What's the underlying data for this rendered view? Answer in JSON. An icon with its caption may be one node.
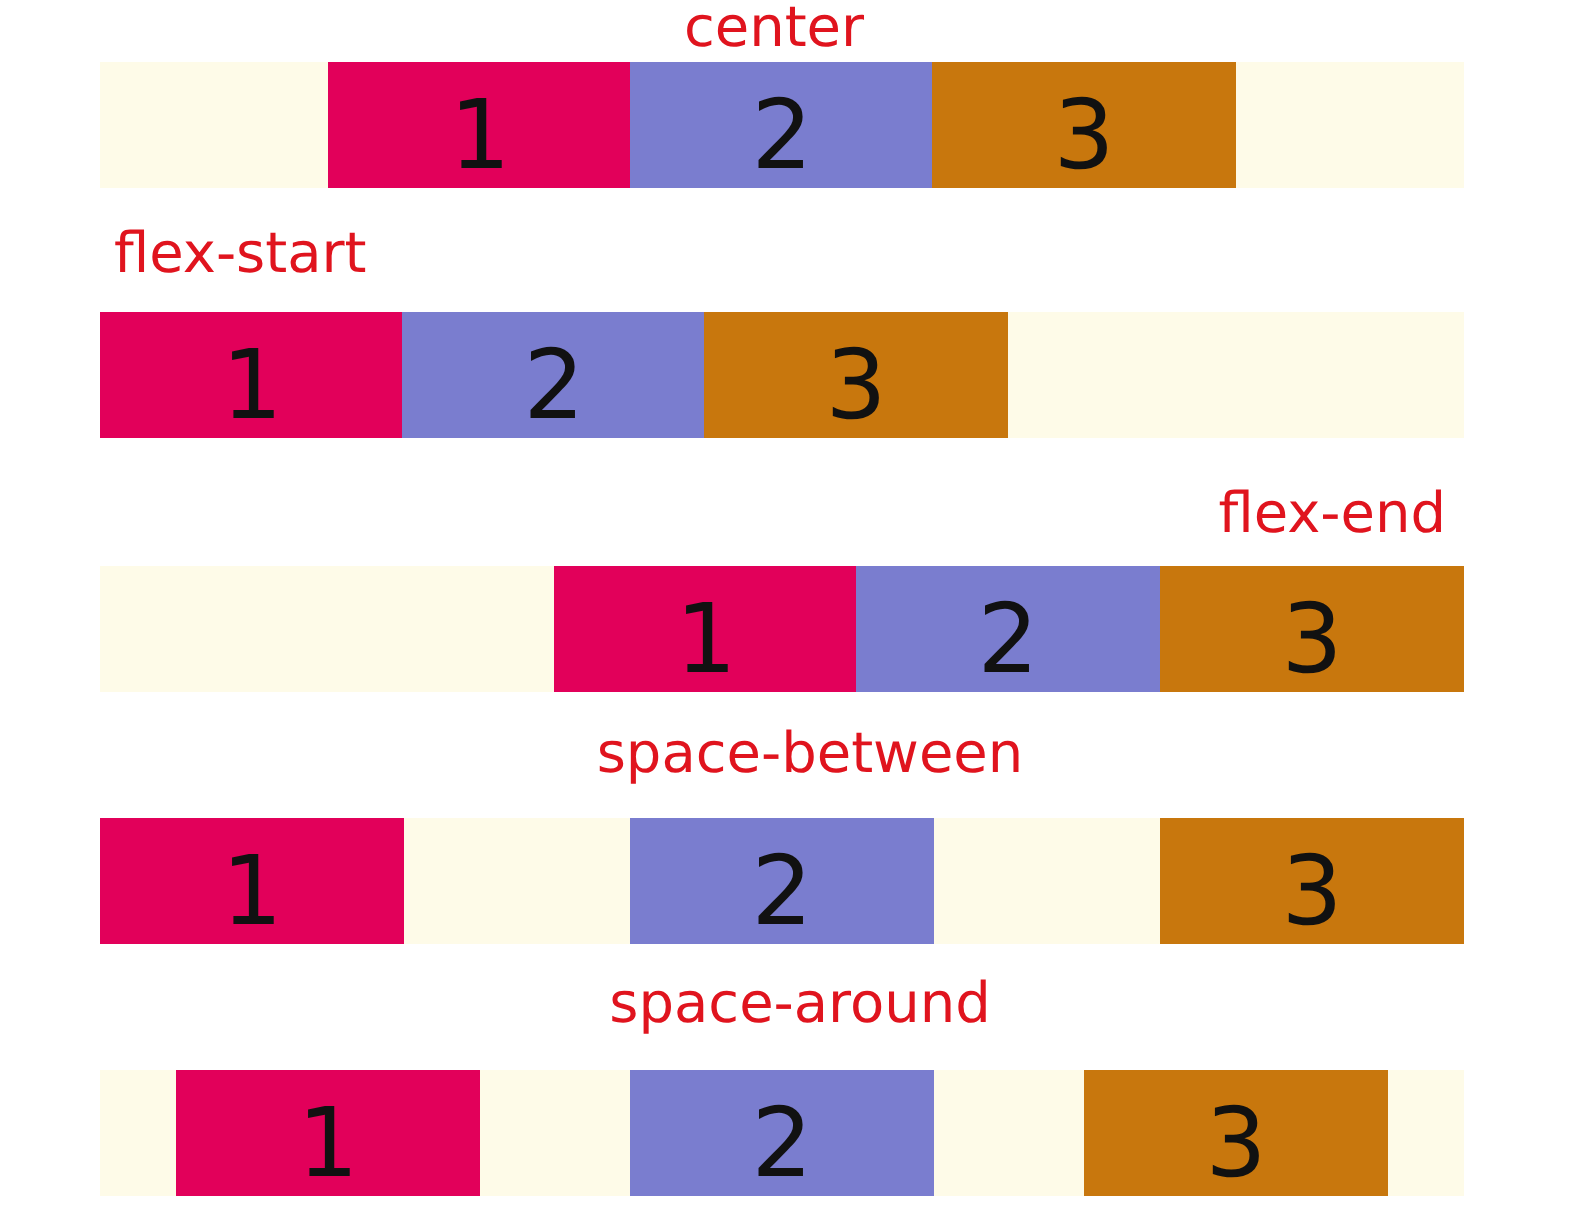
{
  "diagram": {
    "nodes": [
      {
        "text": [
          "center"
        ]
      },
      {
        "text": [
          "1"
        ],
        "in": 0
      },
      {
        "text": [
          "2"
        ],
        "in": 0
      },
      {
        "text": [
          "3"
        ],
        "in": 0
      },
      {
        "text": [
          "flex-start"
        ]
      },
      {
        "text": [
          "1"
        ],
        "in": 4
      },
      {
        "text": [
          "2"
        ],
        "in": 4
      },
      {
        "text": [
          "3"
        ],
        "in": 4
      },
      {
        "text": [
          "flex-end"
        ]
      },
      {
        "text": [
          "1"
        ],
        "in": 8
      },
      {
        "text": [
          "2"
        ],
        "in": 8
      },
      {
        "text": [
          "3"
        ],
        "in": 8
      },
      {
        "text": [
          "space-between"
        ]
      },
      {
        "text": [
          "1"
        ],
        "in": 12
      },
      {
        "text": [
          "2"
        ],
        "in": 12
      },
      {
        "text": [
          "3"
        ],
        "in": 12
      },
      {
        "text": [
          "space-around"
        ]
      },
      {
        "text": [
          "1"
        ],
        "in": 16
      },
      {
        "text": [
          "2"
        ],
        "in": 16
      },
      {
        "text": [
          "3"
        ],
        "in": 16
      }
    ]
  }
}
